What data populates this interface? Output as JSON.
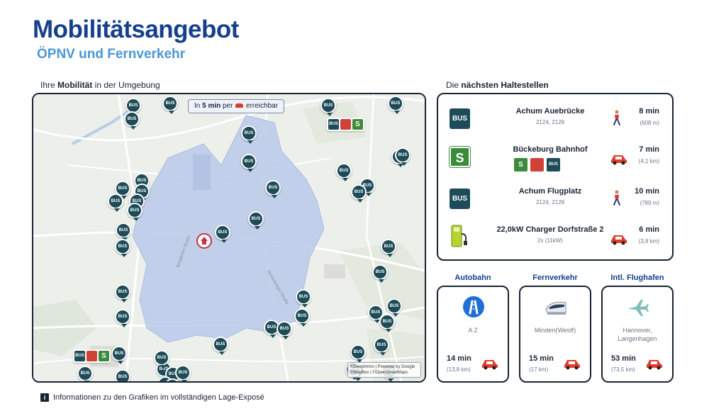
{
  "header": {
    "title": "Mobilitätsangebot",
    "subtitle": "ÖPNV und Fernverkehr"
  },
  "map_section": {
    "label_prefix": "Ihre ",
    "label_bold": "Mobilität",
    "label_suffix": " in der Umgebung",
    "badge_prefix": "In ",
    "badge_bold": "5 min",
    "badge_middle": " per ",
    "badge_suffix": " erreichbar",
    "attribution_line1": "©DeepImmo | Powered by Google",
    "attribution_line2": "©MapBox | ©OpenStreetMaps",
    "pin_label": "BUS",
    "street_labels": [
      "Bergdorfer Straße",
      "Rosenburger Straße"
    ],
    "area_color": "#b8c9ea",
    "home_color": "#c33545"
  },
  "stops_section": {
    "label_prefix": "Die ",
    "label_bold": "nächsten Haltestellen",
    "stops": [
      {
        "type": "bus",
        "icon_label": "BUS",
        "name": "Achum Auebrücke",
        "sub": "2124, 2128",
        "mode": "walk",
        "time": "8 min",
        "distance": "(608 m)"
      },
      {
        "type": "s",
        "icon_label": "S",
        "name": "Bückeburg Bahnhof",
        "sub": "",
        "mode": "car",
        "time": "7 min",
        "distance": "(4,1 km)",
        "badges": [
          "S",
          "train",
          "BUS"
        ]
      },
      {
        "type": "bus",
        "icon_label": "BUS",
        "name": "Achum Flugplatz",
        "sub": "2124, 2128",
        "mode": "walk",
        "time": "10 min",
        "distance": "(789 m)"
      },
      {
        "type": "charger",
        "icon_label": "",
        "name": "22,0kW Charger Dorfstraße 2",
        "sub": "2x (11kW)",
        "mode": "car",
        "time": "6 min",
        "distance": "(3,8 km)"
      }
    ]
  },
  "cards": [
    {
      "title": "Autobahn",
      "icon": "highway-icon",
      "place": "A 2",
      "time": "14 min",
      "distance": "(13,8 km)"
    },
    {
      "title": "Fernverkehr",
      "icon": "train-icon",
      "place": "Minden(Westf)",
      "time": "15 min",
      "distance": "(17 km)"
    },
    {
      "title": "Intl. Flughafen",
      "icon": "airplane-icon",
      "place": "Hannover, Langenhagen",
      "time": "53 min",
      "distance": "(73,5 km)"
    }
  ],
  "footer": {
    "info_glyph": "i",
    "text": "Informationen zu den Grafiken im vollständigen Lage-Exposé"
  },
  "colors": {
    "title": "#163f8c",
    "subtitle": "#4b97d6",
    "bus": "#1d4b58",
    "sbahn": "#3c8a3a",
    "car": "#e03b2e"
  }
}
